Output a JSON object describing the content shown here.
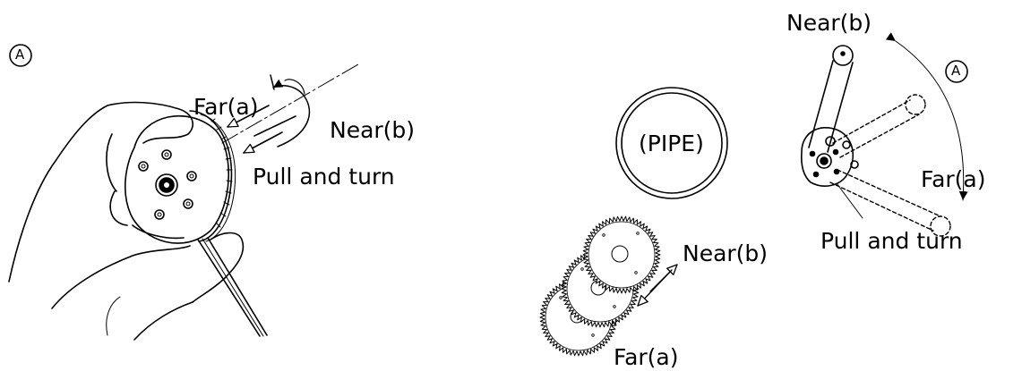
{
  "left_figure": {
    "marker": "A",
    "far": "Far(a)",
    "near": "Near(b)",
    "pull": "Pull and turn"
  },
  "right_figure": {
    "pipe": "(PIPE)",
    "near_top": "Near(b)",
    "marker": "A",
    "far_arm": "Far(a)",
    "pull": "Pull and turn",
    "near_gears": "Near(b)",
    "far_gears": "Far(a)"
  }
}
